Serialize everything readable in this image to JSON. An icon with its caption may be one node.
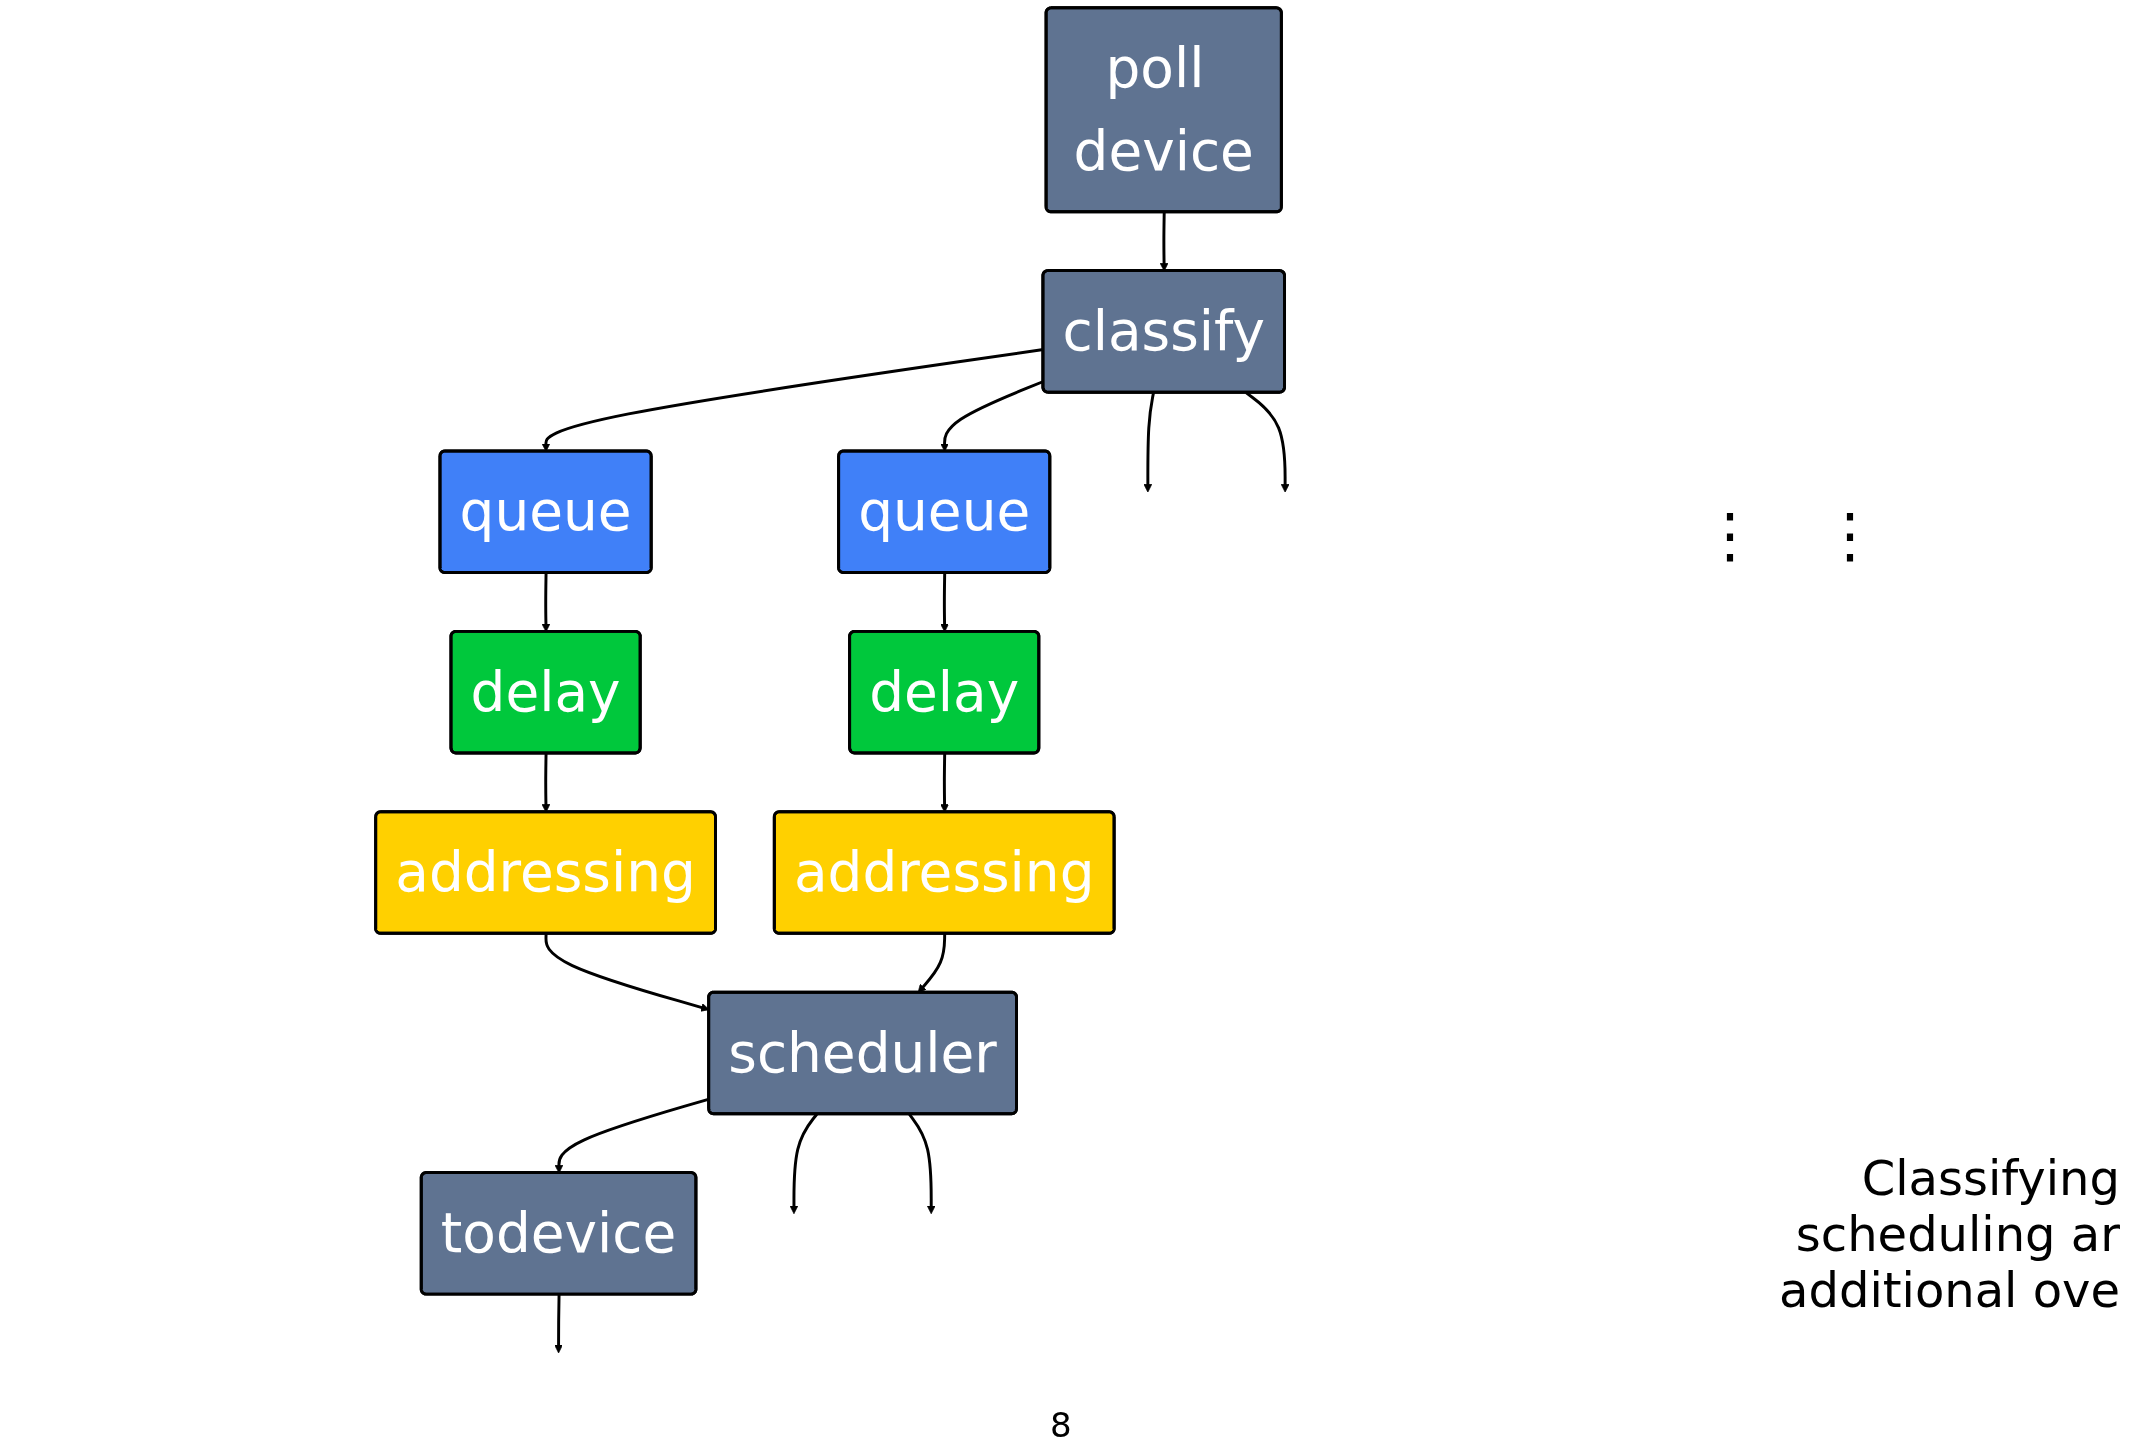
{
  "diagram": {
    "nodes": [
      {
        "text": [
          "poll device"
        ]
      },
      {
        "text": [
          "classify"
        ]
      },
      {
        "text": [
          "queue"
        ]
      },
      {
        "text": [
          "delay"
        ]
      },
      {
        "text": [
          "addressing"
        ]
      },
      {
        "text": [
          "queue"
        ]
      },
      {
        "text": [
          "delay"
        ]
      },
      {
        "text": [
          "addressing"
        ]
      },
      {
        "text": [
          "scheduler"
        ]
      },
      {
        "text": [
          "todevice"
        ]
      }
    ],
    "edges": [
      {
        "from": 0,
        "to": 1,
        "arrow": "to"
      },
      {
        "from": 1,
        "to": 2,
        "arrow": "to"
      },
      {
        "from": 1,
        "to": null,
        "arrow": "to"
      },
      {
        "from": 1,
        "to": null,
        "arrow": "to"
      },
      {
        "from": 1,
        "to": 5,
        "arrow": "to"
      },
      {
        "from": 2,
        "to": 3,
        "arrow": "to"
      },
      {
        "from": 3,
        "to": 4,
        "arrow": "to"
      },
      {
        "from": 5,
        "to": 6,
        "arrow": "to"
      },
      {
        "from": 6,
        "to": 7,
        "arrow": "to"
      },
      {
        "from": 4,
        "to": 8,
        "arrow": "to"
      },
      {
        "from": 7,
        "to": 8,
        "arrow": "to"
      },
      {
        "from": 8,
        "to": null,
        "arrow": "to"
      },
      {
        "from": 8,
        "to": null,
        "arrow": "to"
      },
      {
        "from": 8,
        "to": 9,
        "arrow": "to"
      },
      {
        "from": 9,
        "to": null,
        "arrow": "to"
      }
    ],
    "labels": [
      "⋮",
      "⋮",
      "Classifying scheduling ar additional ove",
      "8"
    ]
  }
}
